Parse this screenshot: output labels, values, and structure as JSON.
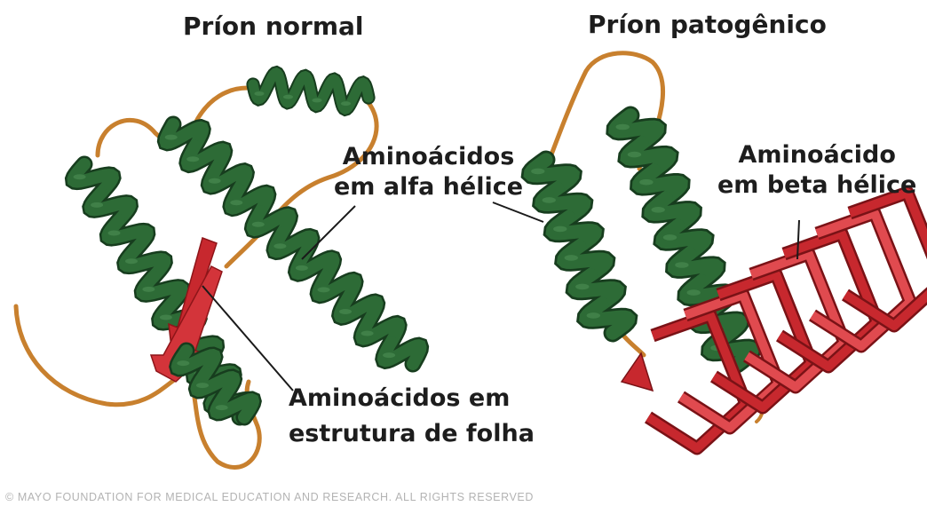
{
  "figure": {
    "left_title": "Príon normal",
    "right_title": "Príon patogênico",
    "label_alpha": [
      "Aminoácidos",
      "em alfa hélice"
    ],
    "label_sheet": [
      "Aminoácidos em",
      "estrutura de folha"
    ],
    "label_beta": [
      "Aminoácido",
      "em beta hélice"
    ],
    "copyright": "© MAYO FOUNDATION FOR MEDICAL EDUCATION AND RESEARCH. ALL RIGHTS RESERVED"
  },
  "colors": {
    "helix": "#2d6b36",
    "helix_light": "#4d8d55",
    "loop": "#c8802e",
    "strand": "#c7282e",
    "strand_light": "#e04a4f",
    "pointer": "#1a1a1a"
  }
}
